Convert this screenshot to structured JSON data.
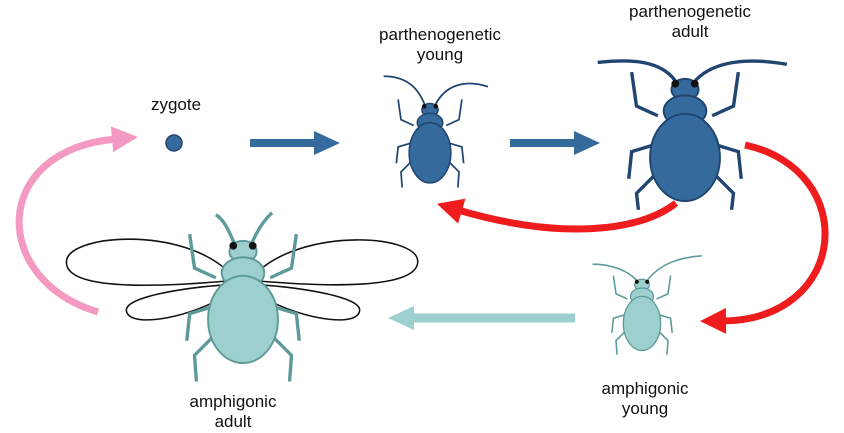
{
  "labels": {
    "zygote": "zygote",
    "parthenogenetic_young": [
      "parthenogenetic",
      "young"
    ],
    "parthenogenetic_adult": [
      "parthenogenetic",
      "adult"
    ],
    "amphigonic_young": [
      "amphigonic",
      "young"
    ],
    "amphigonic_adult": [
      "amphigonic",
      "adult"
    ]
  },
  "colors": {
    "dark_blue": "#356a9c",
    "light_teal": "#9ecfcf",
    "red": "#ee1c1c",
    "pink": "#f49ac2",
    "outline": "#222222"
  },
  "icons": [
    "zygote-dot",
    "aphid-parthenogenetic-young",
    "aphid-parthenogenetic-adult",
    "aphid-amphigonic-young",
    "aphid-amphigonic-adult-winged"
  ]
}
